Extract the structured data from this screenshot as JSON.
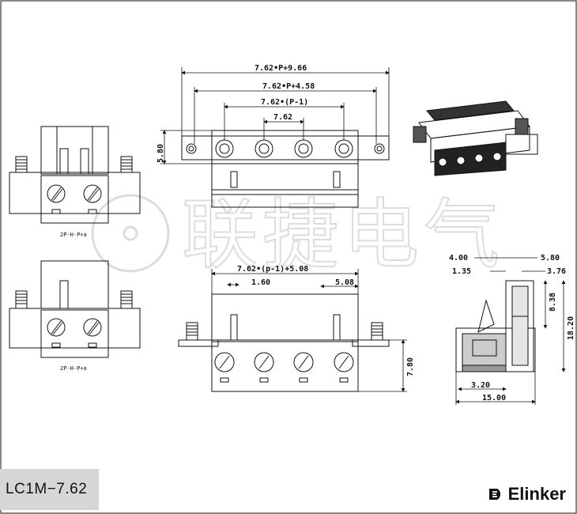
{
  "watermark": {
    "text": "联捷电气"
  },
  "left_views": {
    "top_caption": "2P-H-P+a",
    "bottom_caption": "2P-H-P+a"
  },
  "front_view": {
    "dim_total": "7.62•P+9.66",
    "dim_flange": "7.62•P+4.58",
    "dim_pitch_span": "7.62•(P-1)",
    "dim_pitch": "7.62",
    "dim_height": "5.80"
  },
  "lower_view": {
    "dim_span": "7.62•(p-1)+5.08",
    "dim_left": "1.60",
    "dim_right": "5.08",
    "dim_height": "7.80"
  },
  "side_view": {
    "dim_a": "4.00",
    "dim_b": "5.80",
    "dim_c": "1.35",
    "dim_d": "3.76",
    "dim_e": "8.38",
    "dim_f": "18.20",
    "dim_g": "3.20",
    "dim_h": "15.00"
  },
  "footer": {
    "model": "LC1M−7.62",
    "brand": "Elinker"
  }
}
